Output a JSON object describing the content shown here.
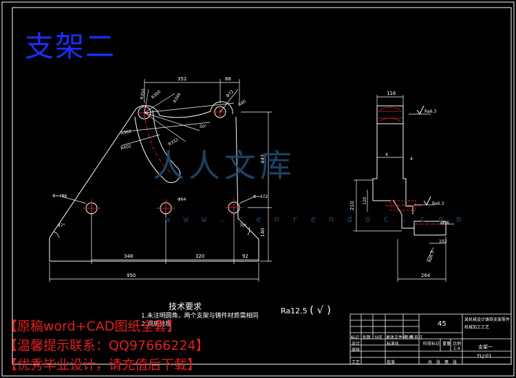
{
  "title": "支架二",
  "watermark": {
    "main": "人人文库",
    "url": "w w w . r e n r e n d o c . c o m"
  },
  "dims": {
    "d352": "352",
    "d88": "88",
    "d443": "443",
    "d140": "140",
    "d348": "348",
    "d320": "320",
    "d92": "92",
    "d950": "950",
    "a47": "47°",
    "a70": "70°",
    "a50": "50°",
    "phi486": "Φ=486",
    "phi472": "Φ=472",
    "phi64": "Φ64",
    "phi72": "Φ72",
    "r346": "R346",
    "r40": "R40",
    "r302": "R302",
    "r402": "R402",
    "r332": "R332",
    "r350": "R350",
    "r300": "R300",
    "d116": "116",
    "d4a": "4",
    "d4b": "4",
    "d210": "210",
    "d120": "120",
    "d102": "102",
    "d264": "264",
    "m56": "M56",
    "ra63a": "Ra6.3",
    "ra63b": "Ra6.3",
    "ra63c": "Ra6.3"
  },
  "notes": {
    "heading": "技术要求",
    "lines": [
      "1.未注明圆角，两个支架与铸件材质需相同",
      "2.调质处理"
    ]
  },
  "roughness_general": {
    "symbol": "Ra12.5",
    "paren": "( √ )"
  },
  "title_block": {
    "material": "45",
    "design_title": [
      "某机械设计铸铁支架零件",
      "机械加工工艺"
    ],
    "part_name": "支架一",
    "drawing_no": "YLJ-01",
    "headers": [
      "标记",
      "处数",
      "分区",
      "更改文件号",
      "签名",
      "年月日"
    ],
    "row_labels": [
      "设计",
      "审核",
      "工艺"
    ],
    "std_label": "标准化",
    "approve_label": "批准",
    "stage_label": "阶段标记",
    "weight_label": "重量",
    "scale_label": "比例",
    "scale_value": "1:4",
    "sheet_labels": [
      "共",
      "张",
      "第",
      "张"
    ]
  },
  "promo": [
    "【原稿word+CAD图纸全套】",
    "【温馨提示联系：QQ97666224】",
    "【优秀毕业设计，请充值后下载】"
  ]
}
